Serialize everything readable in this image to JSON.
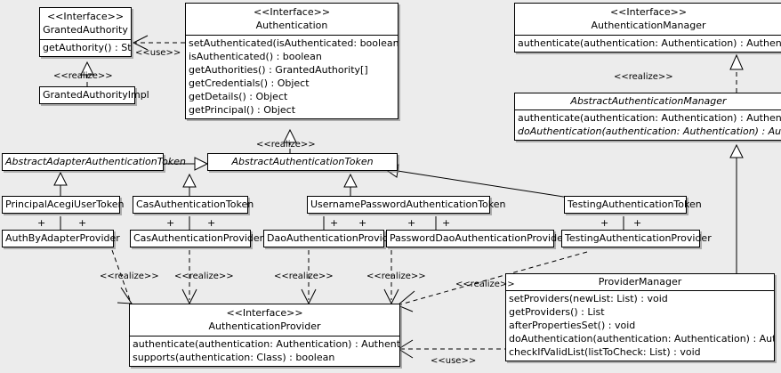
{
  "diagram": {
    "type": "uml-class-diagram",
    "background": "#ececec",
    "box_fill": "#ffffff",
    "line_color": "#000000"
  },
  "classes": {
    "granted_authority": {
      "stereotype": "<<Interface>>",
      "name": "GrantedAuthority",
      "operations": [
        "getAuthority() : String"
      ]
    },
    "granted_authority_impl": {
      "name": "GrantedAuthorityImpl",
      "operations": []
    },
    "authentication": {
      "stereotype": "<<Interface>>",
      "name": "Authentication",
      "operations": [
        "setAuthenticated(isAuthenticated: boolean) : void",
        "isAuthenticated() : boolean",
        "getAuthorities() : GrantedAuthority[]",
        "getCredentials() : Object",
        "getDetails() : Object",
        "getPrincipal() : Object"
      ]
    },
    "authentication_manager": {
      "stereotype": "<<Interface>>",
      "name": "AuthenticationManager",
      "operations": [
        "authenticate(authentication: Authentication) : Authentication"
      ]
    },
    "abstract_authentication_manager": {
      "name": "AbstractAuthenticationManager",
      "abstract": true,
      "operations": [
        "authenticate(authentication: Authentication) : Authentication",
        "doAuthentication(authentication: Authentication) : Authentication"
      ],
      "abstract_operations": [
        false,
        true
      ]
    },
    "abstract_adapter_authentication_token": {
      "name": "AbstractAdapterAuthenticationToken",
      "abstract": true,
      "operations": []
    },
    "abstract_authentication_token": {
      "name": "AbstractAuthenticationToken",
      "abstract": true,
      "operations": []
    },
    "principal_acegi_user_token": {
      "name": "PrincipalAcegiUserToken",
      "operations": []
    },
    "cas_authentication_token": {
      "name": "CasAuthenticationToken",
      "operations": []
    },
    "username_password_authentication_token": {
      "name": "UsernamePasswordAuthenticationToken",
      "operations": []
    },
    "testing_authentication_token": {
      "name": "TestingAuthenticationToken",
      "operations": []
    },
    "auth_by_adapter_provider": {
      "name": "AuthByAdapterProvider",
      "operations": []
    },
    "cas_authentication_provider": {
      "name": "CasAuthenticationProvider",
      "operations": []
    },
    "dao_authentication_provider": {
      "name": "DaoAuthenticationProvider",
      "operations": []
    },
    "password_dao_authentication_provider": {
      "name": "PasswordDaoAuthenticationProvider",
      "operations": []
    },
    "testing_authentication_provider": {
      "name": "TestingAuthenticationProvider",
      "operations": []
    },
    "authentication_provider": {
      "stereotype": "<<Interface>>",
      "name": "AuthenticationProvider",
      "operations": [
        "authenticate(authentication: Authentication) : Authentication",
        "supports(authentication: Class) : boolean"
      ]
    },
    "provider_manager": {
      "name": "ProviderManager",
      "operations": [
        "setProviders(newList: List) : void",
        "getProviders() : List",
        "afterPropertiesSet() : void",
        "doAuthentication(authentication: Authentication) : Authentication",
        "checkIfValidList(listToCheck: List) : void"
      ]
    }
  },
  "edge_labels": {
    "use_granted_authority": "<<use>>",
    "realize_granted_authority_impl": "<<realize>>",
    "realize_abstract_auth_token": "<<realize>>",
    "realize_auth_manager": "<<realize>>",
    "realize_auth_by_adapter": "<<realize>>",
    "realize_cas_provider": "<<realize>>",
    "realize_dao_provider": "<<realize>>",
    "realize_password_dao_provider": "<<realize>>",
    "realize_testing_provider": "<<realize>>",
    "use_provider_manager": "<<use>>"
  },
  "multiplicity": {
    "plus": "+"
  }
}
